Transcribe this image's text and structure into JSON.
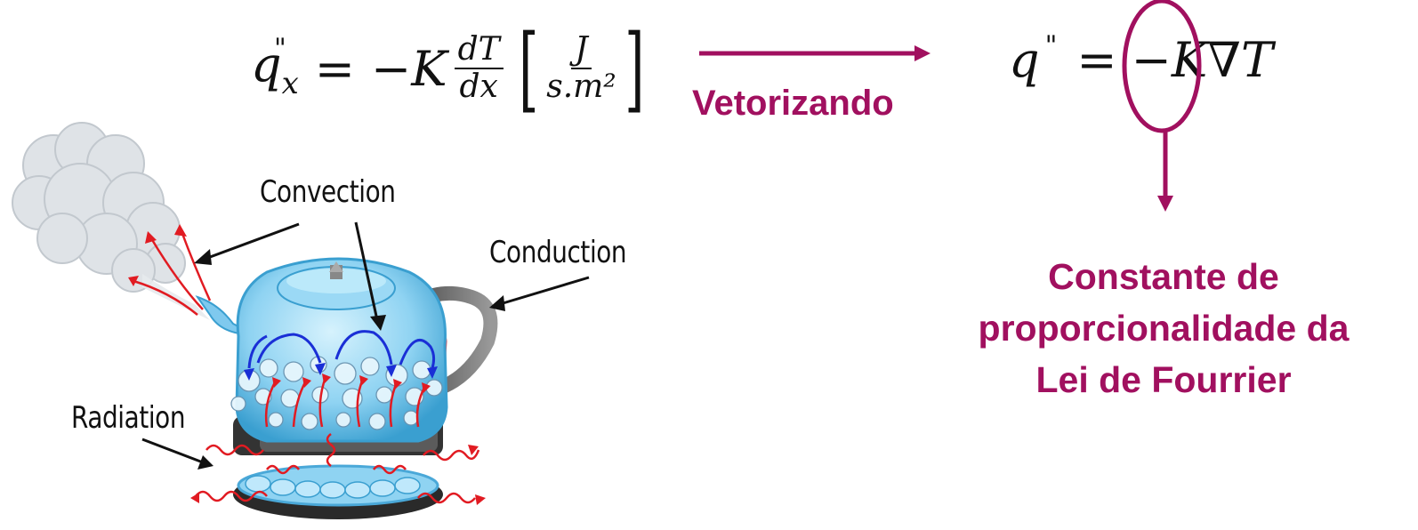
{
  "equation_left": {
    "q": "q",
    "double_prime": "\"",
    "subscript": "x",
    "equals": "=",
    "minus_k": "−K",
    "frac_num": "dT",
    "frac_den": "dx",
    "unit_num": "J",
    "unit_den": "s.m²",
    "bracket_open": "[",
    "bracket_close": "]"
  },
  "arrow_label": "Vetorizando",
  "equation_right": {
    "q": "q",
    "double_prime": "\"",
    "equals": "=",
    "minus": "−",
    "k": "K",
    "nabla": "∇",
    "t": "T"
  },
  "highlight_label": "Constante de proporcionalidade da Lei de Fourrier",
  "illustration": {
    "convection": "Convection",
    "conduction": "Conduction",
    "radiation": "Radiation"
  },
  "colors": {
    "accent": "#a1105f",
    "arrow_red": "#e11b22",
    "arrow_blue": "#1a2fd6",
    "kettle_blue": "#8fd3f2"
  }
}
